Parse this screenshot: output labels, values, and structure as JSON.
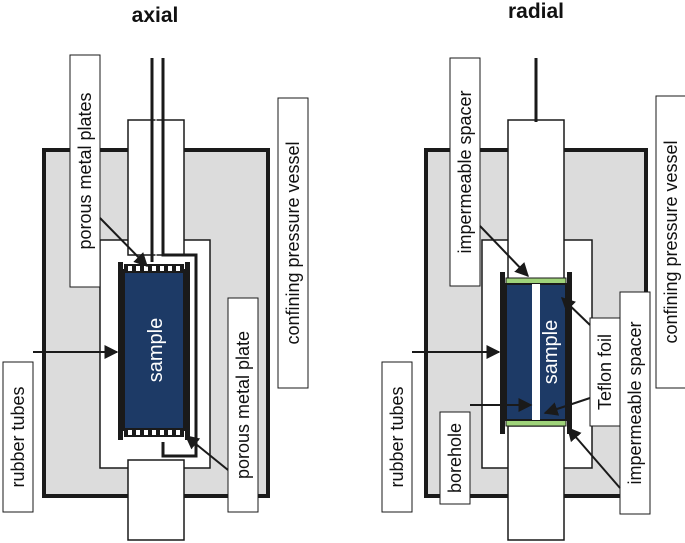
{
  "colors": {
    "vessel_fill": "#dcdcdc",
    "sample_fill": "#1d3a66",
    "outline": "#1a1a1a",
    "spacer_green": "#9fd37a",
    "background": "#ffffff"
  },
  "panels": {
    "axial": {
      "title": "axial",
      "labels": {
        "porous_metal_plates": "porous metal plates",
        "confining_pressure_vessel": "confining pressure vessel",
        "porous_metal_plate": "porous metal plate",
        "rubber_tubes": "rubber tubes",
        "sample": "sample"
      }
    },
    "radial": {
      "title": "radial",
      "labels": {
        "impermeable_spacer_top": "impermeable spacer",
        "confining_pressure_vessel": "confining pressure vessel",
        "teflon_foil": "Teflon foil",
        "impermeable_spacer_bottom": "impermeable spacer",
        "rubber_tubes": "rubber tubes",
        "borehole": "borehole",
        "sample": "sample"
      }
    }
  }
}
